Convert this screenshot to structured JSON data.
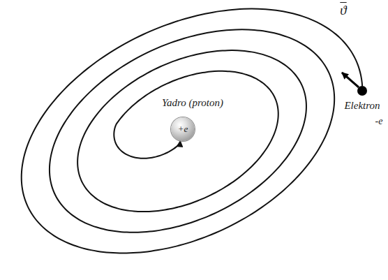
{
  "diagram": {
    "nodes": [
      {
        "text": [
          "Elektron",
          "-e"
        ]
      },
      {
        "text": [
          "Yadro (proton)",
          "+e"
        ]
      }
    ],
    "edges": [
      {
        "from": 0,
        "to": 1,
        "arrow": "to"
      }
    ],
    "labels": [
      "ϑ"
    ]
  }
}
